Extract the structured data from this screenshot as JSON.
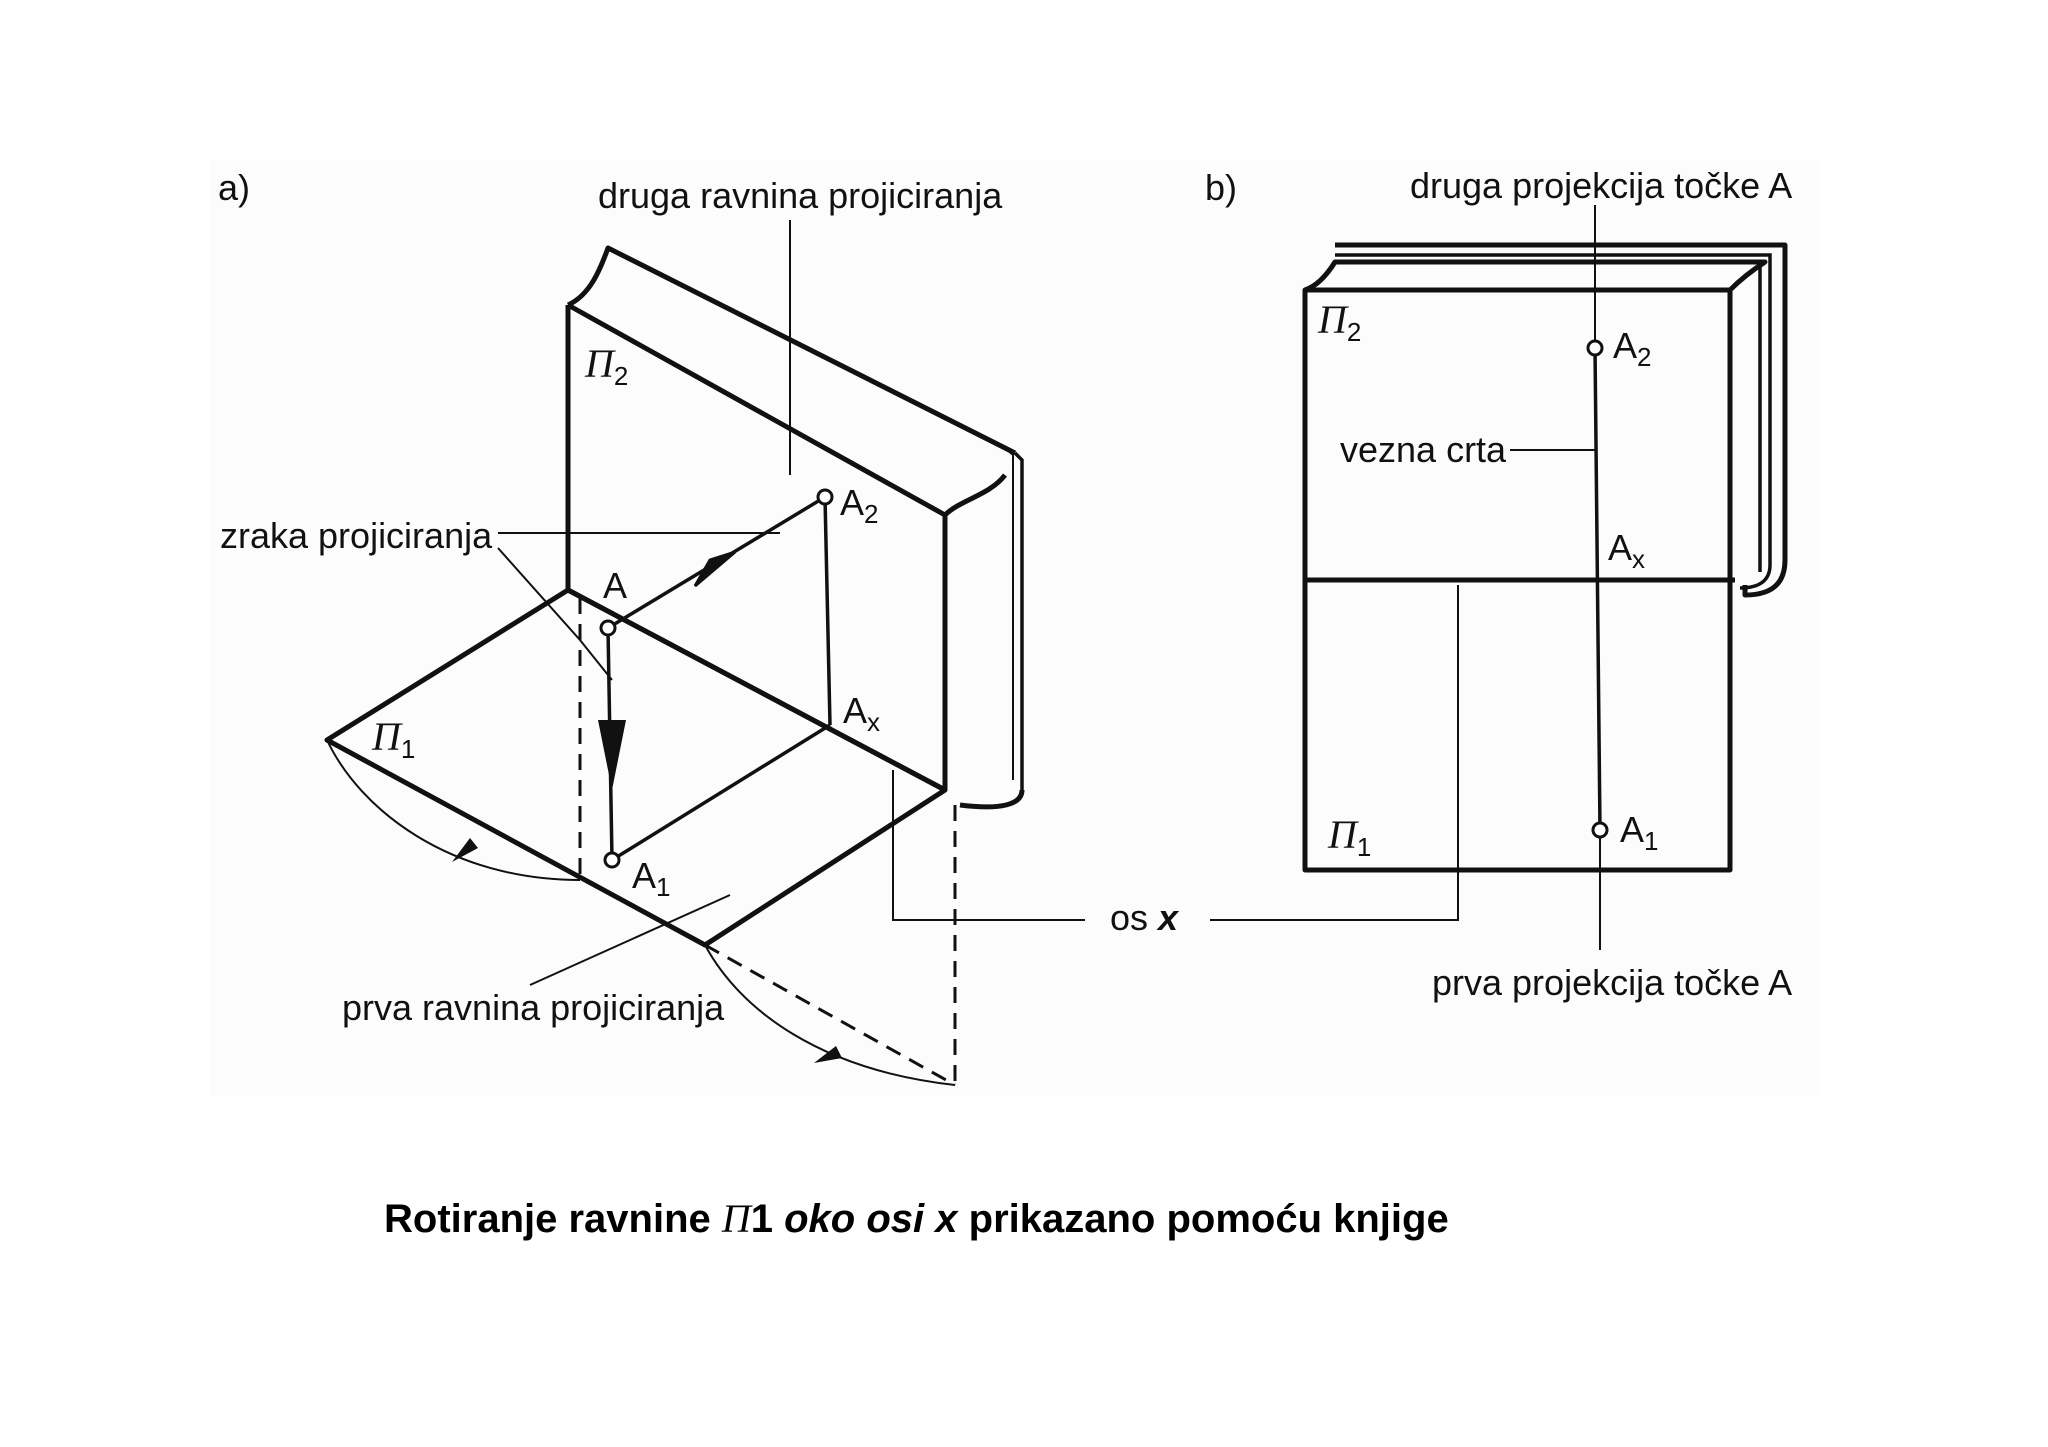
{
  "panel_a": {
    "tag": "a)",
    "label_plane2": "druga ravnina projiciranja",
    "label_ray": "zraka projiciranja",
    "label_plane1": "prva ravnina projiciranja",
    "pi2": {
      "letter": "Π",
      "index": "2"
    },
    "pi1": {
      "letter": "Π",
      "index": "1"
    },
    "point_A": "A",
    "point_A2": {
      "letter": "A",
      "index": "2"
    },
    "point_A1": {
      "letter": "A",
      "index": "1"
    },
    "point_Ax": {
      "letter": "A",
      "index": "x"
    }
  },
  "panel_b": {
    "tag": "b)",
    "label_second_projection": "druga projekcija točke A",
    "label_first_projection": "prva projekcija točke A",
    "label_link_line": "vezna crta",
    "pi2": {
      "letter": "Π",
      "index": "2"
    },
    "pi1": {
      "letter": "Π",
      "index": "1"
    },
    "point_A2": {
      "letter": "A",
      "index": "2"
    },
    "point_A1": {
      "letter": "A",
      "index": "1"
    },
    "point_Ax": {
      "letter": "A",
      "index": "x"
    }
  },
  "axis_label": {
    "prefix": "os ",
    "var": "x"
  },
  "caption": {
    "part1": "Rotiranje ravnine ",
    "pi": "Π",
    "part2": "1 ",
    "part3": "oko osi x",
    "part4": " prikazano pomoću knjige"
  }
}
